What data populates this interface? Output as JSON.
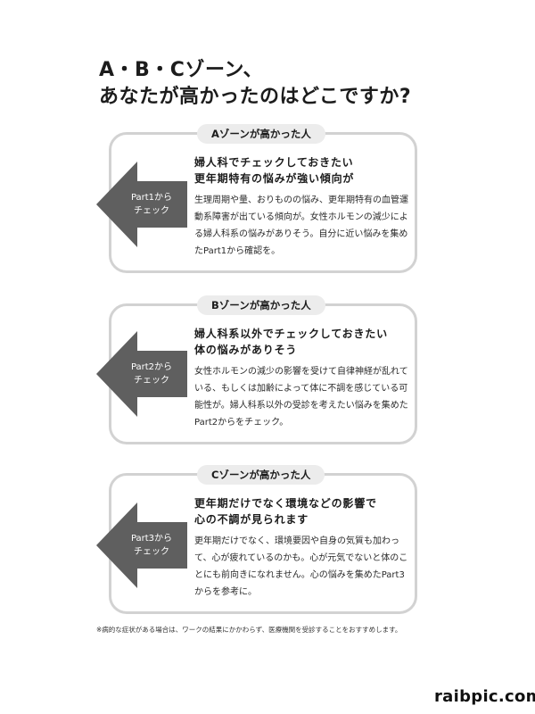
{
  "title": {
    "line1": "A・B・Cゾーン、",
    "line2": "あなたが高かったのはどこですか?"
  },
  "zones": [
    {
      "tab": "Aゾーンが高かった人",
      "arrow_line1": "Part1から",
      "arrow_line2": "チェック",
      "heading_line1": "婦人科でチェックしておきたい",
      "heading_line2": "更年期特有の悩みが強い傾向が",
      "body": "生理周期や量、おりものの悩み、更年期特有の血管運動系障害が出ている傾向が。女性ホルモンの減少による婦人科系の悩みがありそう。自分に近い悩みを集めたPart1から確認を。"
    },
    {
      "tab": "Bゾーンが高かった人",
      "arrow_line1": "Part2から",
      "arrow_line2": "チェック",
      "heading_line1": "婦人科系以外でチェックしておきたい",
      "heading_line2": "体の悩みがありそう",
      "body": "女性ホルモンの減少の影響を受けて自律神経が乱れている、もしくは加齢によって体に不調を感じている可能性が。婦人科系以外の受診を考えたい悩みを集めたPart2からをチェック。"
    },
    {
      "tab": "Cゾーンが高かった人",
      "arrow_line1": "Part3から",
      "arrow_line2": "チェック",
      "heading_line1": "更年期だけでなく環境などの影響で",
      "heading_line2": "心の不調が見られます",
      "body": "更年期だけでなく、環境要因や自身の気質も加わって、心が疲れているのかも。心が元気でないと体のことにも前向きになれません。心の悩みを集めたPart3からを参考に。"
    }
  ],
  "footnote": "※病的な症状がある場合は、ワークの結果にかかわらず、医療機関を受診することをおすすめします。",
  "watermark": "raibpic.com",
  "colors": {
    "arrow": "#5f5f5f",
    "card_border": "#d2d2d2",
    "tab_bg": "#ececec"
  }
}
